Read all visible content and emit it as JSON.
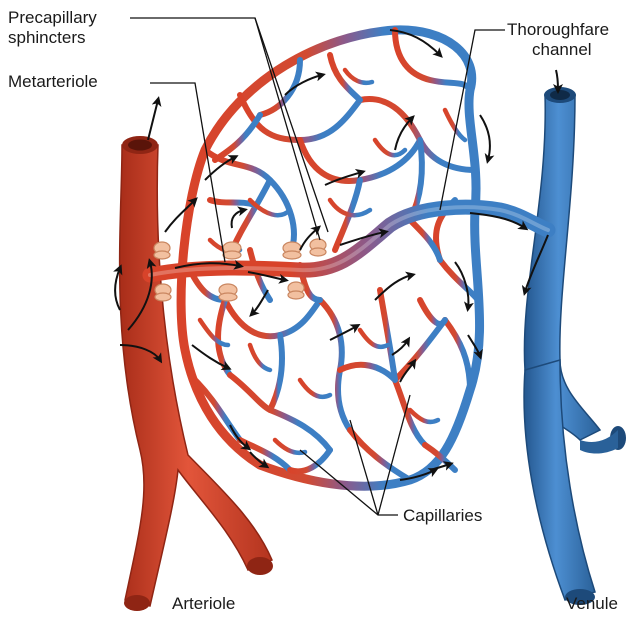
{
  "labels": {
    "precapillary_line1": "Precapillary",
    "precapillary_line2": "sphincters",
    "metarteriole": "Metarteriole",
    "thoroughfare_line1": "Thoroughfare",
    "thoroughfare_line2": "channel",
    "capillaries": "Capillaries",
    "arteriole": "Arteriole",
    "venule": "Venule"
  },
  "colors": {
    "artery": "#d8432a",
    "artery_dark": "#a82d19",
    "artery_light": "#f07a55",
    "vein": "#3d7fc4",
    "vein_dark": "#24578f",
    "vein_light": "#7eb1e3",
    "mix": "#8a5a8c",
    "sphincter": "#f2c0a0",
    "arrow": "#111111",
    "leader_line": "#111111"
  },
  "icons": {
    "flow_arrow": "arrow-icon",
    "sphincter": "sphincter-ring-icon"
  }
}
